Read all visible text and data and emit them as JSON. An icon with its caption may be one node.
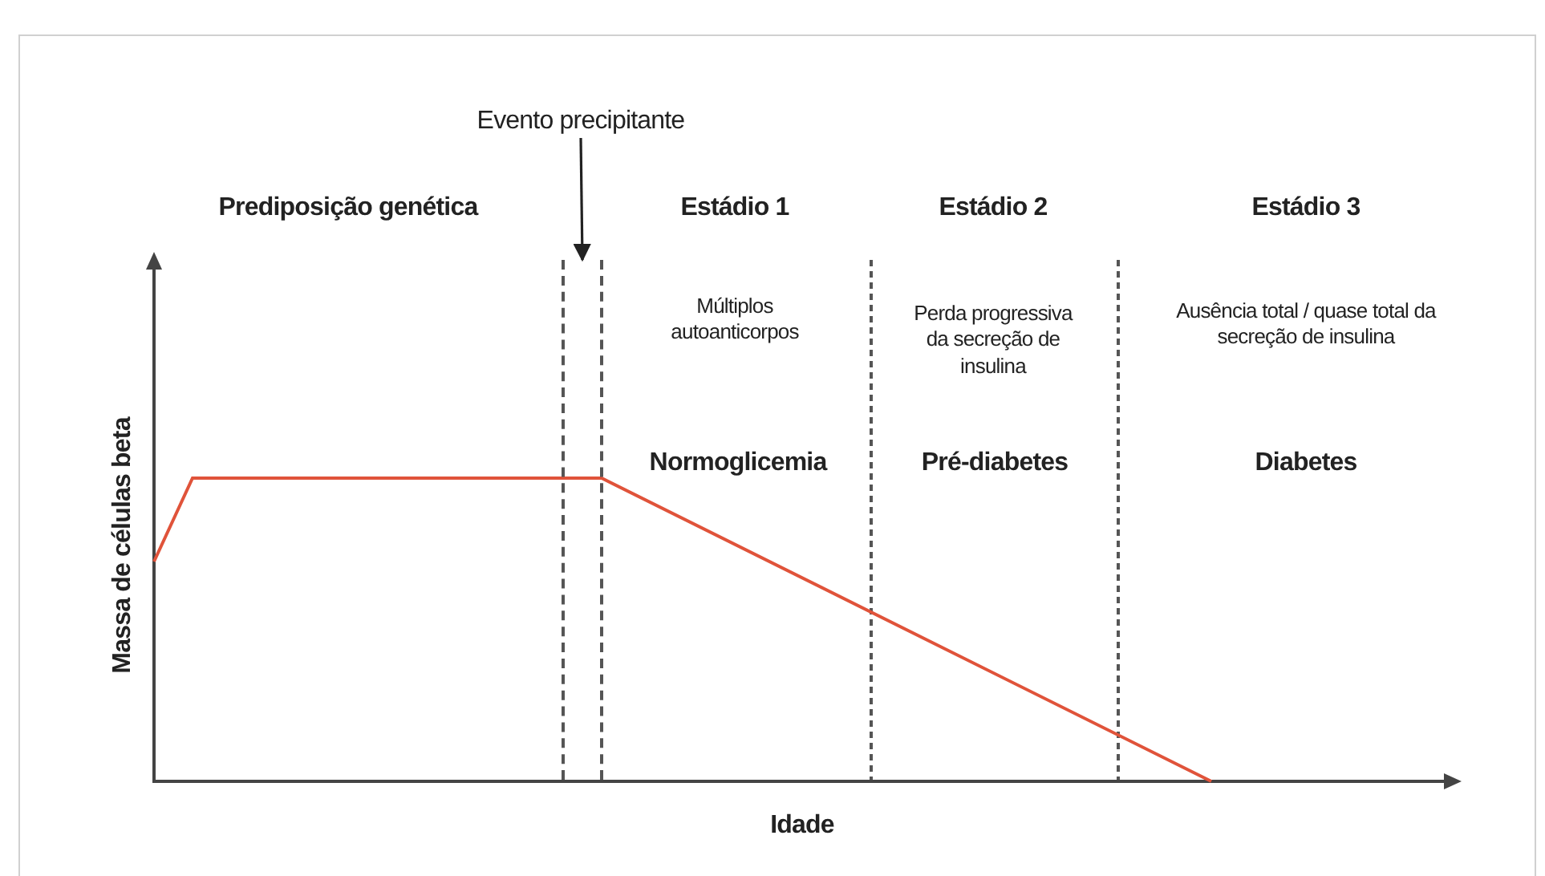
{
  "diagram": {
    "nodes": [
      {
        "text": [
          "Evento precipitante"
        ]
      },
      {
        "text": [],
        "shape": "band"
      }
    ],
    "edges": [
      {
        "from": 0,
        "to": 1,
        "arrow": "to"
      }
    ],
    "labels": [
      "Prediposição genética",
      "Estádio 1",
      "Estádio 2",
      "Estádio 3",
      "Múltiplos autoanticorpos",
      "Perda progressiva da secreção de insulina",
      "Ausência total / quase total da secreção de insulina",
      "Normoglicemia",
      "Pré-diabetes",
      "Diabetes",
      "Massa de células beta",
      "Idade"
    ]
  }
}
